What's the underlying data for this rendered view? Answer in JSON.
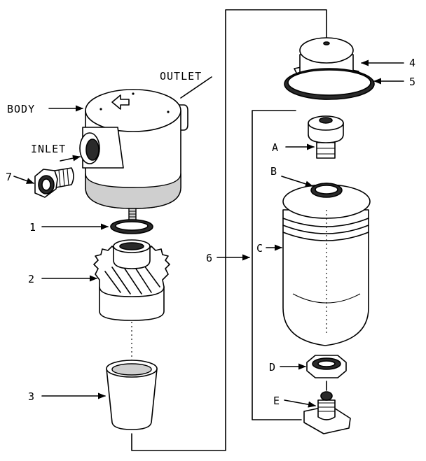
{
  "labels": {
    "body": "BODY",
    "inlet": "INLET",
    "outlet": "OUTLET",
    "n1": "1",
    "n2": "2",
    "n3": "3",
    "n4": "4",
    "n5": "5",
    "n6": "6",
    "n7": "7",
    "a": "A",
    "b": "B",
    "c": "C",
    "d": "D",
    "e": "E"
  }
}
